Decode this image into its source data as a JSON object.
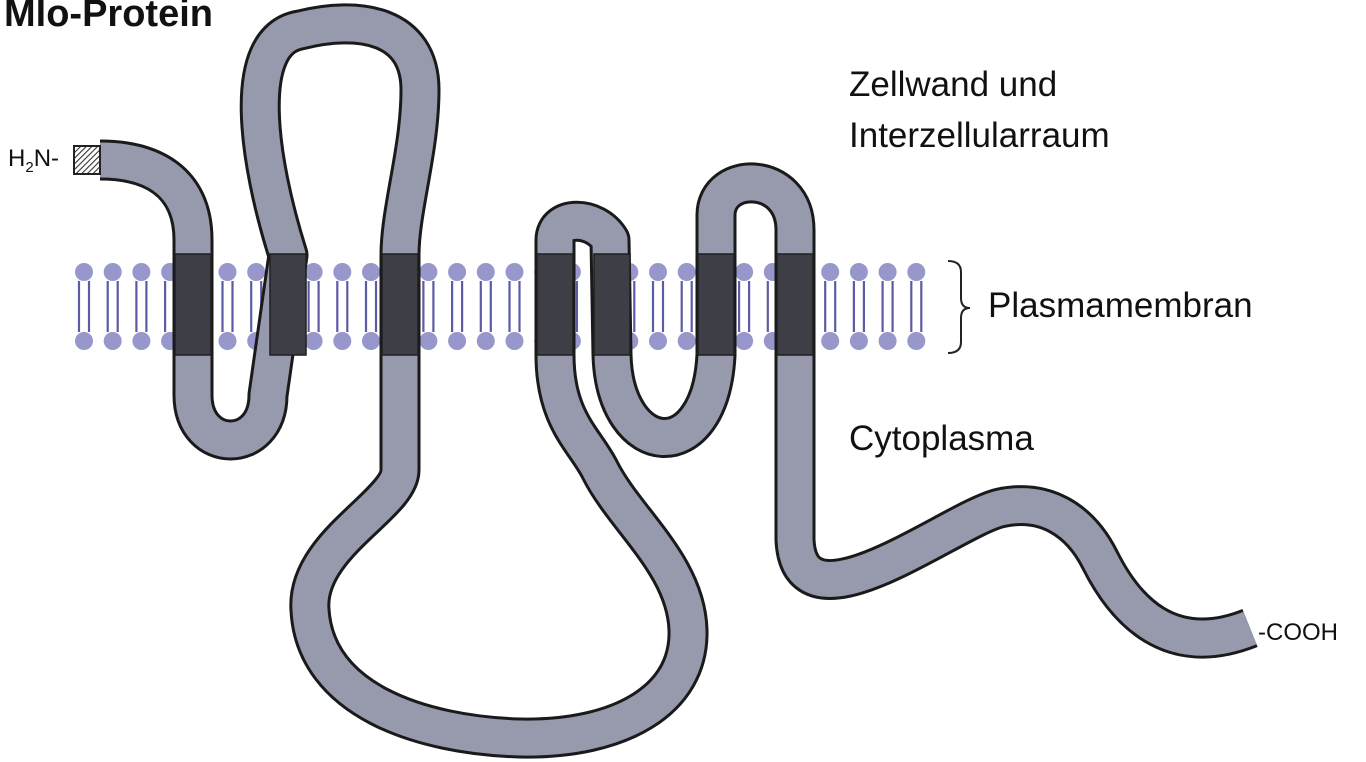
{
  "title": "Mlo-Protein",
  "regions": {
    "extracellular_line1": "Zellwand und",
    "extracellular_line2": "Interzellularraum",
    "membrane": "Plasmamembran",
    "cytoplasm": "Cytoplasma"
  },
  "termini": {
    "n_prefix": "H",
    "n_subscript": "2",
    "n_suffix": "N-",
    "c_terminus": "-COOH"
  },
  "colors": {
    "protein_fill": "#9799ad",
    "protein_outline": "#1a1a1a",
    "transmembrane_segment": "#3d3e46",
    "lipid_head": "#8585c2",
    "lipid_tail": "#5b5ba6",
    "n_terminal_tag": "#444444"
  }
}
